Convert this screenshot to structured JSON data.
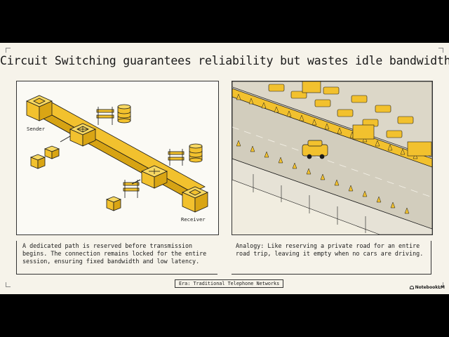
{
  "slide": {
    "title": "Circuit Switching guarantees reliability but wastes idle bandwidth",
    "colors": {
      "accent_yellow": "#f2c12e",
      "accent_dark": "#d9a514",
      "ink": "#1a1a1a",
      "paper": "#f6f3ea"
    }
  },
  "left_panel": {
    "labels": {
      "sender": "Sender",
      "receiver": "Receiver"
    },
    "caption_lines": [
      "A dedicated path is reserved before transmission",
      "begins. The connection remains locked for the entire",
      "session, ensuring fixed bandwidth and low latency."
    ]
  },
  "right_panel": {
    "caption_lines": [
      "Analogy: Like reserving a private road for an entire",
      "road trip, leaving it empty when no cars are driving."
    ]
  },
  "footer": {
    "era": "Era: Traditional Telephone Networks",
    "brand": "NotebookLM",
    "brand_icon": "notebooklm-logo-icon"
  }
}
